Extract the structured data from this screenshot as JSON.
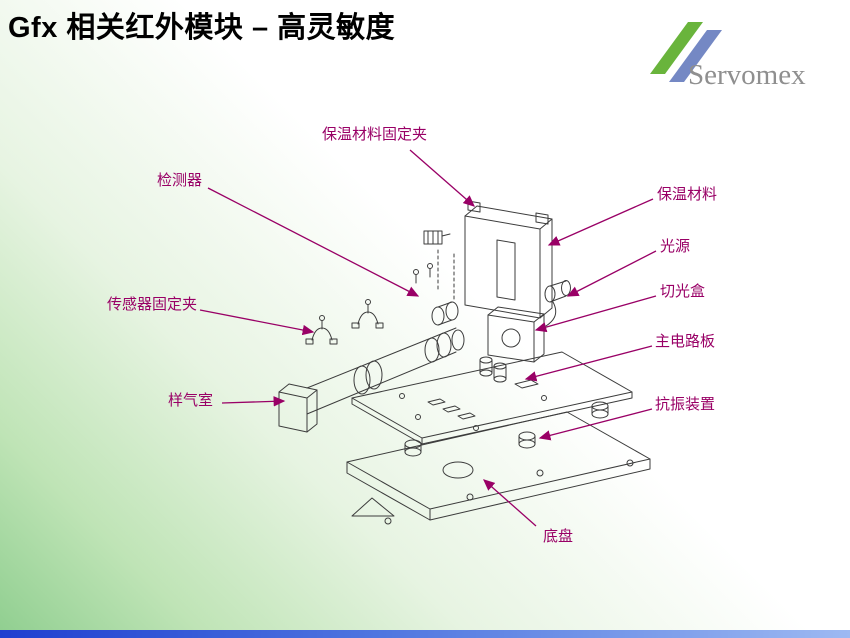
{
  "slide": {
    "title": "Gfx 相关红外模块 – 高灵敏度",
    "logo": {
      "text": "Servomex"
    }
  },
  "labels": [
    {
      "text": "保温材料固定夹"
    },
    {
      "text": "检测器"
    },
    {
      "text": "保温材料"
    },
    {
      "text": "光源"
    },
    {
      "text": "切光盒"
    },
    {
      "text": "传感器固定夹"
    },
    {
      "text": "主电路板"
    },
    {
      "text": "样气室"
    },
    {
      "text": "抗振装置"
    },
    {
      "text": "底盘"
    }
  ],
  "colors": {
    "label": "#990066",
    "title": "#000000",
    "line": "#3c3c3c",
    "logo_text": "#8f8f8f",
    "logo_green": "#69b43c",
    "logo_blue": "#7488c4",
    "bottom_bar_left": "#1e3fd0",
    "bottom_bar_right": "#9db9f2",
    "background_green": "#8fce8f"
  }
}
